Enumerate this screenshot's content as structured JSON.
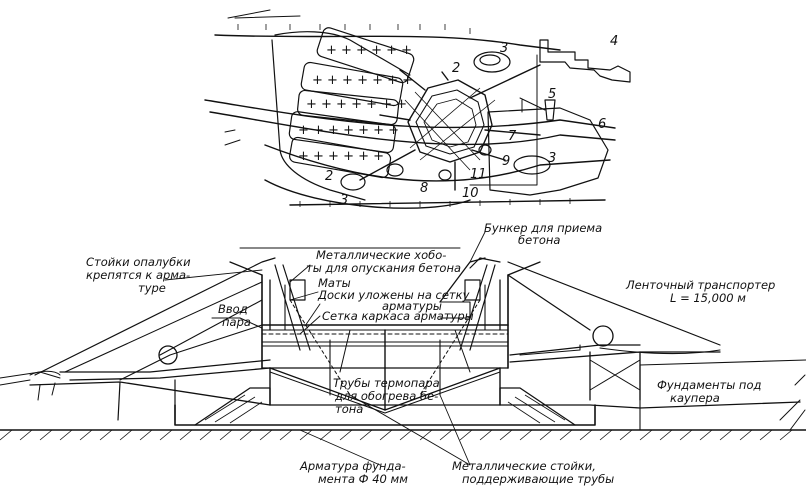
{
  "plan_numbers": {
    "n2a": "2",
    "n2b": "2",
    "n3a": "3",
    "n3b": "3",
    "n3c": "3",
    "n4": "4",
    "n5": "5",
    "n6": "6",
    "n7": "7",
    "n8": "8",
    "n9": "9",
    "n10": "10",
    "n11": "11"
  },
  "section_labels": {
    "bunker_l1": "Бункер для приема",
    "bunker_l2": "бетона",
    "hoses_l1": "Металлические хобо-",
    "hoses_l2": "ты для опускания бетона",
    "mats": "Маты",
    "boards_l1": "Доски уложены на сетку",
    "boards_l2": "арматуры",
    "mesh": "Сетка каркаса арматуры",
    "posts_l1": "Стойки опалубки",
    "posts_l2": "крепятся к армa-",
    "posts_l3": "туре",
    "steam_l1": "Ввод",
    "steam_l2": "пара",
    "conveyor_l1": "Ленточный транспортер",
    "conveyor_l2": "L = 15,000 м",
    "pipes_l1": "Трубы термопара",
    "pipes_l2": "для обогрева бе-",
    "pipes_l3": "тона",
    "found_l1": "Фундаменты под",
    "found_l2": "каупера",
    "rebar_l1": "Арматура фунда-",
    "rebar_l2": "мента Ф 40 мм",
    "stands_l1": "Металлические стойки,",
    "stands_l2": "поддерживающие трубы"
  }
}
